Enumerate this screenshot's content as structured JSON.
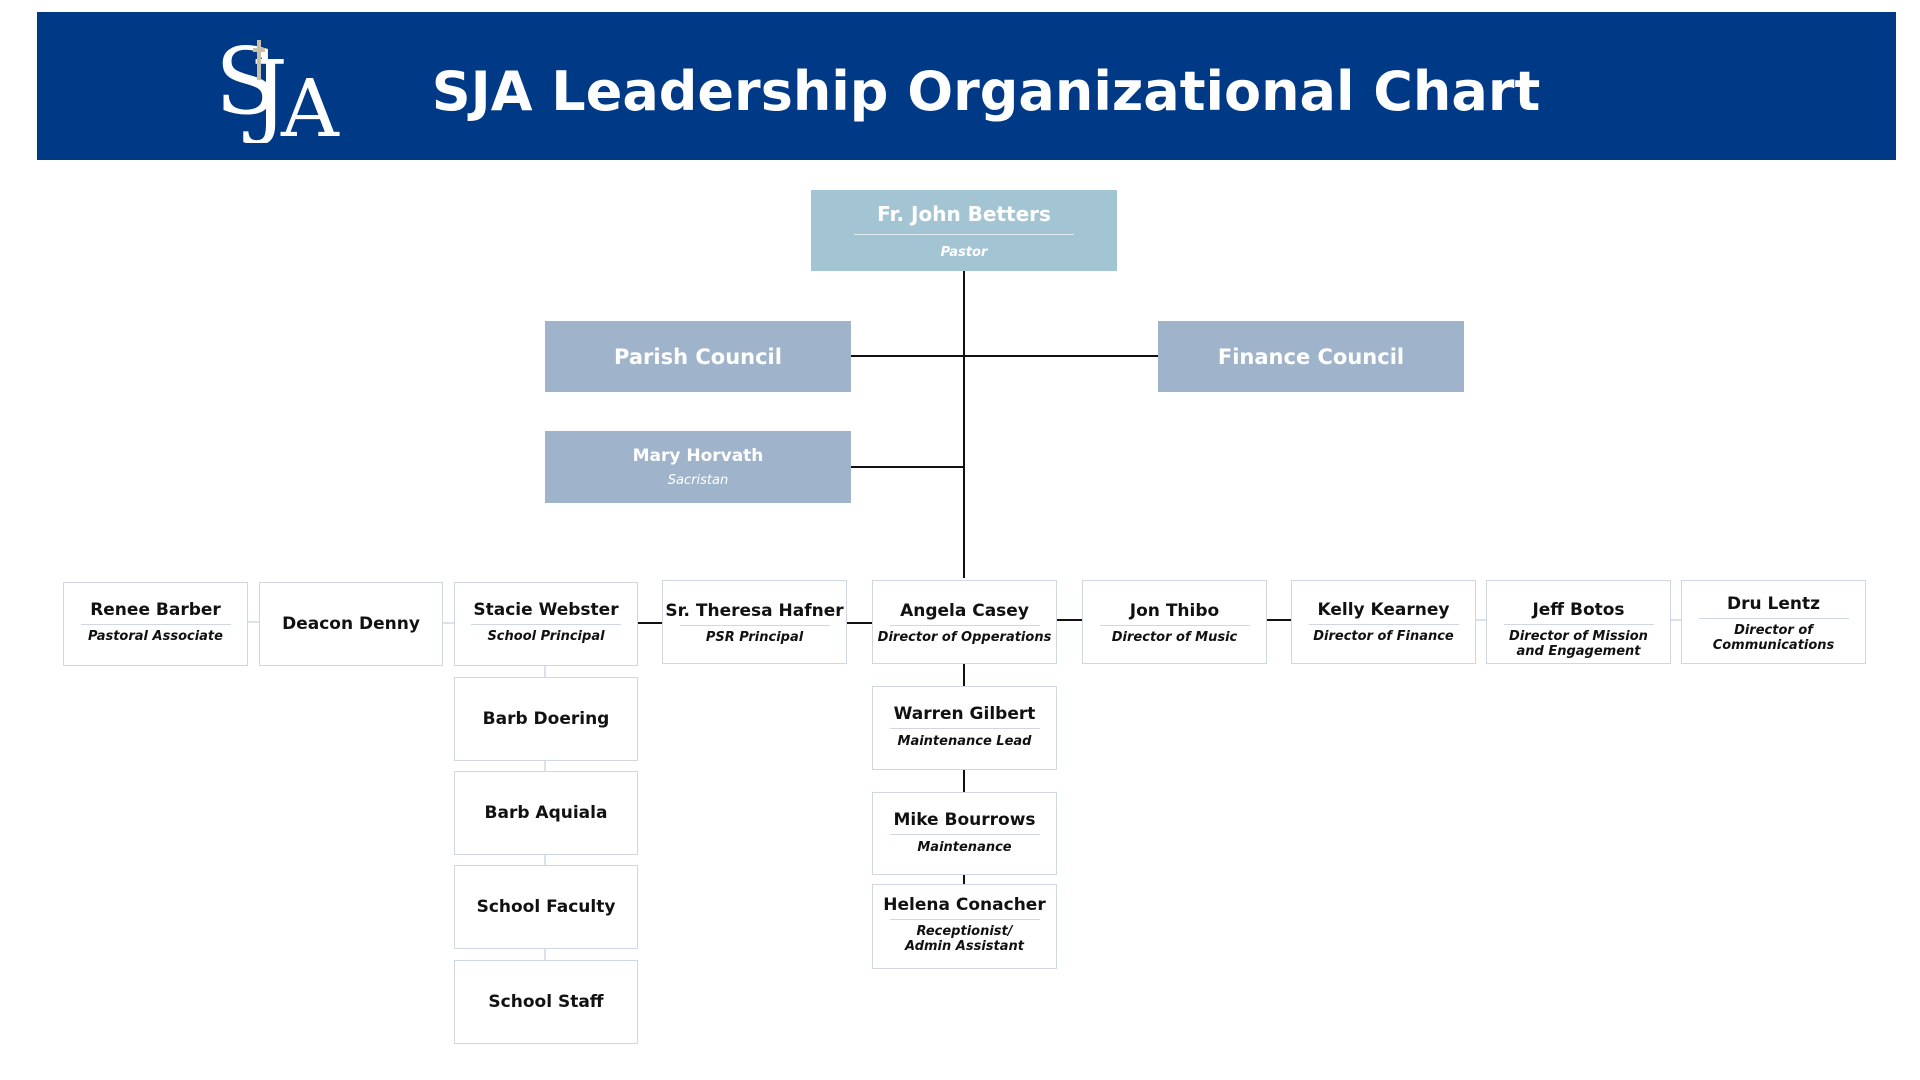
{
  "header": {
    "title": "SJA Leadership Organizational Chart",
    "logo_text": "SJA"
  },
  "colors": {
    "banner": "#003986",
    "pastor_box": "#a3c5d3",
    "council_box": "#9fb4ca",
    "card_border": "#cfd8e2",
    "connector": "#111111"
  },
  "pastor": {
    "name": "Fr. John Betters",
    "role": "Pastor"
  },
  "councils": {
    "parish": "Parish Council",
    "finance": "Finance Council"
  },
  "sacristan": {
    "name": "Mary Horvath",
    "role": "Sacristan"
  },
  "staff": [
    {
      "name": "Renee Barber",
      "role": "Pastoral Associate"
    },
    {
      "name": "Deacon Denny"
    },
    {
      "name": "Stacie Webster",
      "role": "School Principal"
    },
    {
      "name": "Sr. Theresa Hafner",
      "role": "PSR Principal"
    },
    {
      "name": "Angela Casey",
      "role": "Director of Opperations"
    },
    {
      "name": "Jon Thibo",
      "role": "Director of Music"
    },
    {
      "name": "Kelly Kearney",
      "role": "Director of Finance"
    },
    {
      "name": "Jeff Botos",
      "role": "Director of Mission and Engagement"
    },
    {
      "name": "Dru Lentz",
      "role": "Director of Communications"
    }
  ],
  "school_reports": [
    "Barb Doering",
    "Barb Aquiala",
    "School Faculty",
    "School Staff"
  ],
  "operations_reports": [
    {
      "name": "Warren Gilbert",
      "role": "Maintenance Lead"
    },
    {
      "name": "Mike Bourrows",
      "role": "Maintenance"
    },
    {
      "name": "Helena Conacher",
      "role": "Receptionist/ Admin Assistant"
    }
  ]
}
